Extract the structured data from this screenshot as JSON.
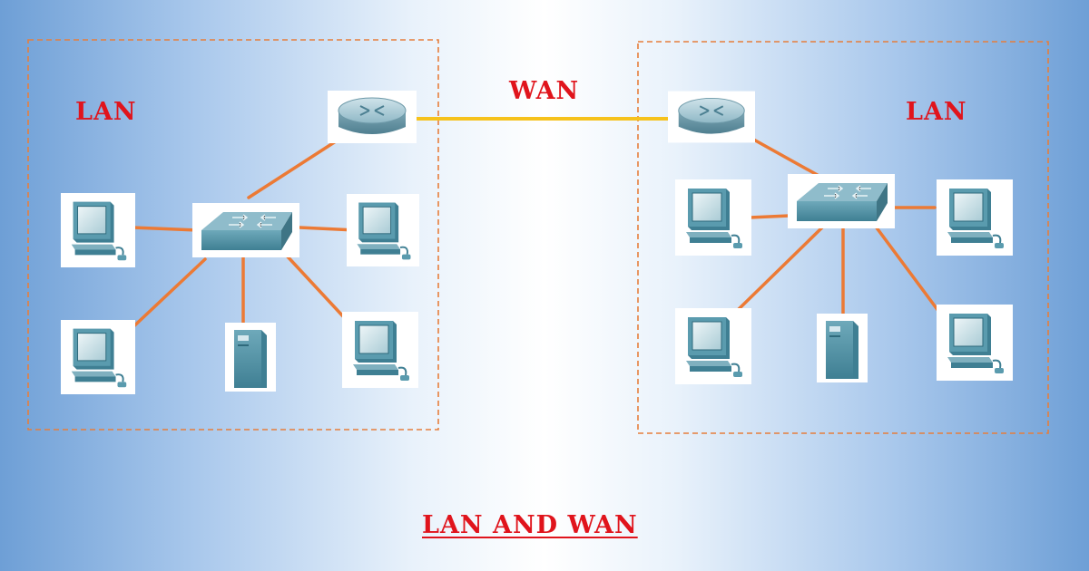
{
  "labels": {
    "lan_left": "LAN",
    "lan_right": "LAN",
    "wan": "WAN",
    "caption": "LAN AND WAN"
  },
  "colors": {
    "label_red": "#e0141c",
    "link_orange": "#ec7a35",
    "wan_link_yellow": "#f6c21c",
    "boundary_dash": "#e67e3c",
    "device_teal": "#5a9bae"
  },
  "nodes": [
    {
      "id": "router-left",
      "type": "router-icon",
      "network": "LAN (left)"
    },
    {
      "id": "switch-left",
      "type": "switch-icon",
      "network": "LAN (left)"
    },
    {
      "id": "pc-left-1",
      "type": "computer-icon",
      "network": "LAN (left)"
    },
    {
      "id": "pc-left-2",
      "type": "computer-icon",
      "network": "LAN (left)"
    },
    {
      "id": "pc-left-3",
      "type": "computer-icon",
      "network": "LAN (left)"
    },
    {
      "id": "pc-left-4",
      "type": "computer-icon",
      "network": "LAN (left)"
    },
    {
      "id": "server-left",
      "type": "server-icon",
      "network": "LAN (left)"
    },
    {
      "id": "router-right",
      "type": "router-icon",
      "network": "LAN (right)"
    },
    {
      "id": "switch-right",
      "type": "switch-icon",
      "network": "LAN (right)"
    },
    {
      "id": "pc-right-1",
      "type": "computer-icon",
      "network": "LAN (right)"
    },
    {
      "id": "pc-right-2",
      "type": "computer-icon",
      "network": "LAN (right)"
    },
    {
      "id": "pc-right-3",
      "type": "computer-icon",
      "network": "LAN (right)"
    },
    {
      "id": "pc-right-4",
      "type": "computer-icon",
      "network": "LAN (right)"
    },
    {
      "id": "server-right",
      "type": "server-icon",
      "network": "LAN (right)"
    }
  ],
  "edges": [
    {
      "from": "router-left",
      "to": "router-right",
      "kind": "wan"
    },
    {
      "from": "switch-left",
      "to": "router-left",
      "kind": "lan"
    },
    {
      "from": "switch-left",
      "to": "pc-left-1",
      "kind": "lan"
    },
    {
      "from": "switch-left",
      "to": "pc-left-2",
      "kind": "lan"
    },
    {
      "from": "switch-left",
      "to": "pc-left-3",
      "kind": "lan"
    },
    {
      "from": "switch-left",
      "to": "pc-left-4",
      "kind": "lan"
    },
    {
      "from": "switch-left",
      "to": "server-left",
      "kind": "lan"
    },
    {
      "from": "switch-right",
      "to": "router-right",
      "kind": "lan"
    },
    {
      "from": "switch-right",
      "to": "pc-right-1",
      "kind": "lan"
    },
    {
      "from": "switch-right",
      "to": "pc-right-2",
      "kind": "lan"
    },
    {
      "from": "switch-right",
      "to": "pc-right-3",
      "kind": "lan"
    },
    {
      "from": "switch-right",
      "to": "pc-right-4",
      "kind": "lan"
    },
    {
      "from": "switch-right",
      "to": "server-right",
      "kind": "lan"
    }
  ]
}
